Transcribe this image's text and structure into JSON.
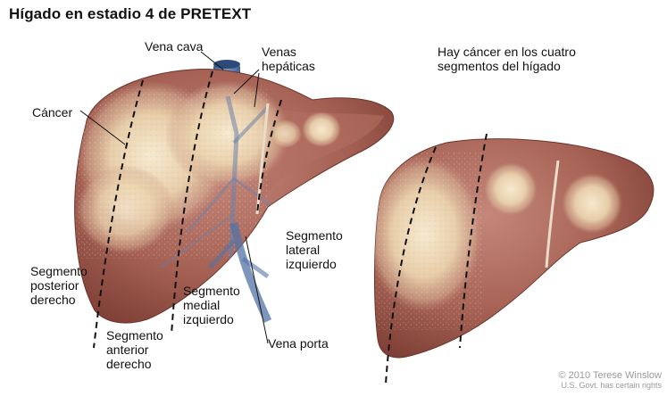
{
  "title": "Hígado en estadio 4 de PRETEXT",
  "labels": {
    "vena_cava": "Vena cava",
    "venas_hepaticas": [
      "Venas",
      "hepáticas"
    ],
    "cancer": "Cáncer",
    "segmento_lateral": [
      "Segmento",
      "lateral",
      "izquierdo"
    ],
    "segmento_posterior": [
      "Segmento",
      "posterior",
      "derecho"
    ],
    "segmento_medial": [
      "Segmento",
      "medial",
      "izquierdo"
    ],
    "segmento_anterior": [
      "Segmento",
      "anterior",
      "derecho"
    ],
    "vena_porta": "Vena porta"
  },
  "caption": [
    "Hay cáncer en los cuatro",
    "segmentos del hígado"
  ],
  "credit": [
    "© 2010 Terese Winslow",
    "U.S. Govt. has certain rights"
  ],
  "colors": {
    "liver": "#a35f52",
    "liver_dark": "#7d3e35",
    "liver_light": "#c98a7c",
    "tumor": "#f1e3c4",
    "vessel_blue": "#5a77a8",
    "dashed_line": "#111111"
  }
}
